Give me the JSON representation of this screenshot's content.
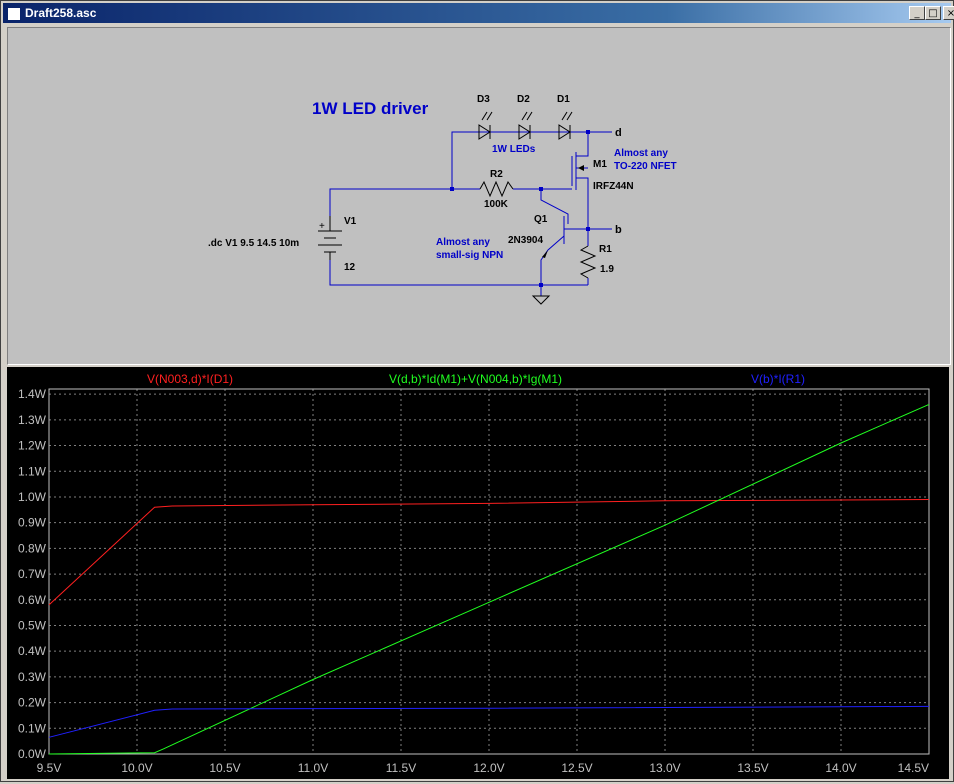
{
  "window": {
    "title": "Draft258.asc",
    "buttons": {
      "minimize": "_",
      "maximize": "□",
      "close": "×"
    }
  },
  "schematic": {
    "heading": "1W LED driver",
    "leds": [
      {
        "ref": "D3"
      },
      {
        "ref": "D2"
      },
      {
        "ref": "D1"
      }
    ],
    "leds_note": "1W LEDs",
    "r2": {
      "ref": "R2",
      "value": "100K"
    },
    "r1": {
      "ref": "R1",
      "value": "1.9"
    },
    "q1": {
      "ref": "Q1",
      "part": "2N3904"
    },
    "m1": {
      "ref": "M1",
      "part": "IRFZ44N"
    },
    "v1": {
      "ref": "V1",
      "value": "12",
      "plus": "+"
    },
    "directive": ".dc V1 9.5 14.5 10m",
    "nfet_note": [
      "Almost any",
      "TO-220 NFET"
    ],
    "npn_note": [
      "Almost any",
      "small-sig NPN"
    ],
    "net_d": "d",
    "net_b": "b"
  },
  "plot": {
    "traces": [
      {
        "label": "V(N003,d)*I(D1)",
        "color": "#ff2020"
      },
      {
        "label": "V(d,b)*Id(M1)+V(N004,b)*Ig(M1)",
        "color": "#20ff20"
      },
      {
        "label": "V(b)*I(R1)",
        "color": "#2020ff"
      }
    ]
  },
  "chart_data": {
    "type": "line",
    "title": "",
    "xlabel": "",
    "ylabel": "",
    "x_ticks": [
      "9.5V",
      "10.0V",
      "10.5V",
      "11.0V",
      "11.5V",
      "12.0V",
      "12.5V",
      "13.0V",
      "13.5V",
      "14.0V",
      "14.5V"
    ],
    "y_ticks": [
      "0.0W",
      "0.1W",
      "0.2W",
      "0.3W",
      "0.4W",
      "0.5W",
      "0.6W",
      "0.7W",
      "0.8W",
      "0.9W",
      "1.0W",
      "1.1W",
      "1.2W",
      "1.3W",
      "1.4W"
    ],
    "xlim": [
      9.5,
      14.5
    ],
    "ylim": [
      0,
      1.42
    ],
    "grid": true,
    "series": [
      {
        "name": "V(N003,d)*I(D1)",
        "color": "#ff2020",
        "points": [
          [
            9.5,
            0.58
          ],
          [
            10.1,
            0.96
          ],
          [
            10.2,
            0.965
          ],
          [
            11.0,
            0.97
          ],
          [
            12.0,
            0.975
          ],
          [
            13.0,
            0.985
          ],
          [
            14.5,
            0.99
          ]
        ]
      },
      {
        "name": "V(d,b)*Id(M1)+V(N004,b)*Ig(M1)",
        "color": "#20ff20",
        "points": [
          [
            9.5,
            0.0
          ],
          [
            10.1,
            0.005
          ],
          [
            10.15,
            0.02
          ],
          [
            11.0,
            0.29
          ],
          [
            12.0,
            0.59
          ],
          [
            13.0,
            0.89
          ],
          [
            14.0,
            1.21
          ],
          [
            14.5,
            1.36
          ]
        ]
      },
      {
        "name": "V(b)*I(R1)",
        "color": "#2020ff",
        "points": [
          [
            9.5,
            0.065
          ],
          [
            10.1,
            0.17
          ],
          [
            10.2,
            0.175
          ],
          [
            12.0,
            0.178
          ],
          [
            14.5,
            0.185
          ]
        ]
      }
    ]
  }
}
